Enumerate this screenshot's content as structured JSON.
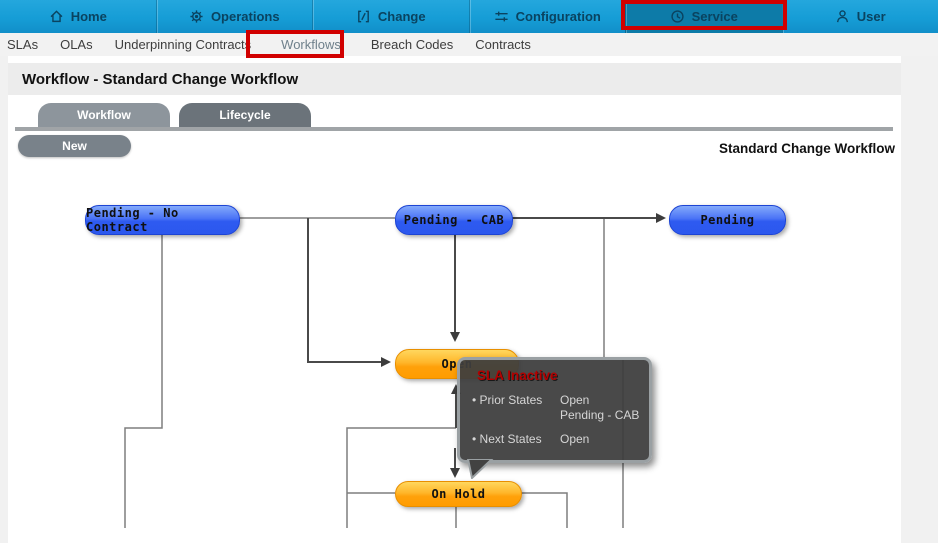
{
  "nav": {
    "items": [
      {
        "label": "Home",
        "icon": "home-icon"
      },
      {
        "label": "Operations",
        "icon": "operations-icon"
      },
      {
        "label": "Change",
        "icon": "change-icon"
      },
      {
        "label": "Configuration",
        "icon": "configuration-icon"
      },
      {
        "label": "Service",
        "icon": "service-icon",
        "selected": true
      },
      {
        "label": "User",
        "icon": "user-icon"
      }
    ]
  },
  "subnav": {
    "items": [
      {
        "label": "SLAs"
      },
      {
        "label": "OLAs"
      },
      {
        "label": "Underpinning Contracts"
      },
      {
        "label": "Workflows",
        "highlighted": true
      },
      {
        "label": "Breach Codes"
      },
      {
        "label": "Contracts"
      }
    ]
  },
  "page": {
    "title": "Workflow - Standard Change Workflow",
    "workflow_name": "Standard Change Workflow"
  },
  "tabs": [
    {
      "label": "Workflow",
      "active": true
    },
    {
      "label": "Lifecycle",
      "active": false
    }
  ],
  "toolbar": {
    "new_label": "New"
  },
  "diagram": {
    "nodes": [
      {
        "id": "pending-no-contract",
        "label": "Pending - No Contract",
        "color": "blue"
      },
      {
        "id": "pending-cab",
        "label": "Pending - CAB",
        "color": "blue"
      },
      {
        "id": "pending",
        "label": "Pending",
        "color": "blue"
      },
      {
        "id": "open",
        "label": "Open",
        "color": "orange"
      },
      {
        "id": "on-hold",
        "label": "On Hold",
        "color": "orange"
      }
    ]
  },
  "tooltip": {
    "title": "SLA Inactive",
    "prior_label": "Prior States",
    "prior_values": [
      "Open",
      "Pending - CAB"
    ],
    "next_label": "Next States",
    "next_values": [
      "Open"
    ]
  },
  "colors": {
    "annotation_red": "#d10000",
    "nav_blue": "#169dd6",
    "nav_selected": "#0d7ba8",
    "node_blue": "#2e5af0",
    "node_orange": "#ffa10a",
    "tooltip_title_red": "#b40000"
  }
}
